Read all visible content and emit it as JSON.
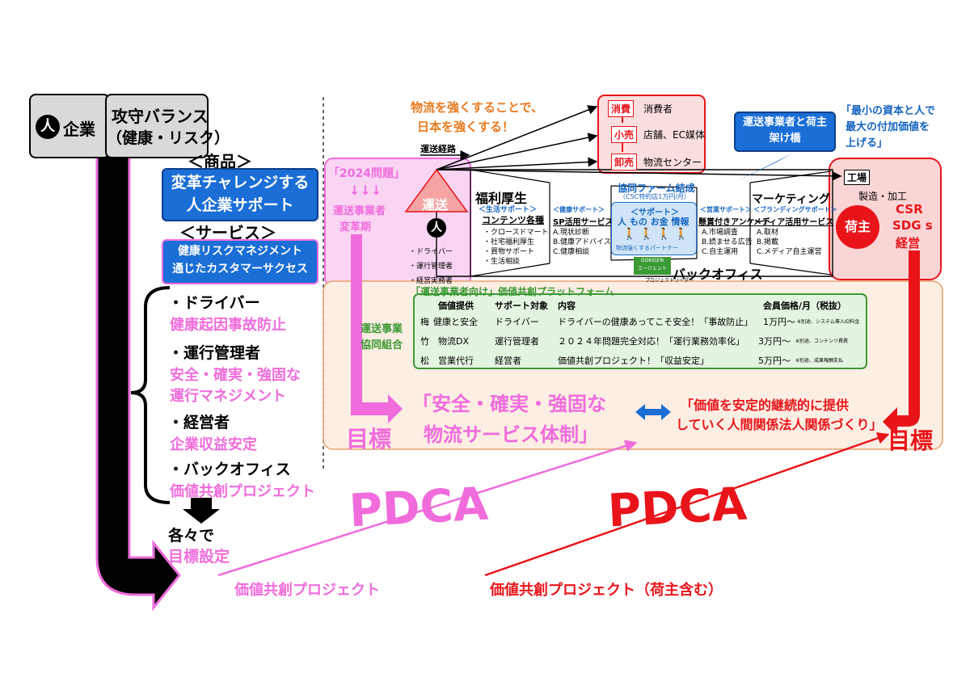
{
  "corp": {
    "circle_char": "人",
    "label": "企業",
    "balance": "攻守バランス",
    "balance_sub": "（健康・リスク）"
  },
  "products": {
    "heading": "＜商品＞",
    "box1_line1": "変革チャレンジする",
    "box1_line2": "人企業サポート",
    "service_heading": "＜サービス＞",
    "box2_line1": "健康リスクマネジメント",
    "box2_line2": "通じたカスタマーサクセス"
  },
  "targets": [
    {
      "role": "・ドライバー",
      "goal": "健康起因事故防止"
    },
    {
      "role": "・運行管理者",
      "goal": "安全・確実・強固な",
      "goal2": "運行マネジメント"
    },
    {
      "role": "・経営者",
      "goal": "企業収益安定"
    },
    {
      "role": "・バックオフィス",
      "goal": "価値共創プロジェクト"
    }
  ],
  "each_goal": {
    "line1": "各々で",
    "line2": "目標設定"
  },
  "slogan": {
    "line1": "物流を強くすることで、",
    "line2": "日本を強くする！"
  },
  "transport_route": "運送経路",
  "chain": {
    "consumer": "消費者",
    "consumer_label": "消費",
    "retail": "小売",
    "retail_desc": "店舗、EC媒体",
    "wholesale": "卸売",
    "wholesale_desc": "物流センター"
  },
  "bridge_box": {
    "line1": "運送事業者と荷主",
    "line2": "架け橋"
  },
  "min_capital": {
    "line1": "「最小の資本と人で",
    "line2": "最大の付加価値を",
    "line3": "上げる」"
  },
  "problem2024": {
    "title": "「2024問題」",
    "arrows": "↓↓↓",
    "line1": "運送事業者",
    "line2": "変革期"
  },
  "transport": {
    "label": "運送",
    "person": "人",
    "roles": [
      "・ドライバー",
      "・運行管理者",
      "・経営実務者"
    ]
  },
  "welfare": {
    "title": "福利厚生",
    "sub": "＜生活サポート＞",
    "heading": "コンテンツ各種",
    "items": [
      "・クロースドマート",
      "・社宅福利厚生",
      "・買物サポート",
      "・生活相談"
    ]
  },
  "health": {
    "sub": "＜健康サポート＞",
    "heading": "SP活用サービス",
    "items": [
      "A.現状診断",
      "B.健康アドバイス",
      "C.健康相談"
    ]
  },
  "farm": {
    "title": "協同ファーム結成",
    "sub": "（CSC特約店1万円/月）",
    "support": "＜サポート＞",
    "items": "人 もの お金 情報",
    "partner": "物流強くするパートナー"
  },
  "sales": {
    "sub": "＜営業サポート＞",
    "heading": "懸賞付きアンケート",
    "items": [
      "A.市場調査",
      "B.読ませる広告",
      "C.自主運用"
    ]
  },
  "marketing": {
    "title": "マーケティング",
    "sub": "＜ブランディングサポート＞",
    "heading": "メディア活用サービス",
    "items": [
      "A.取材",
      "B.掲載",
      "C.メディア自主運営"
    ]
  },
  "gokigen": {
    "line1": "GOKIGEN",
    "line2": "エージェント",
    "leader": "プロジェクトリーダー"
  },
  "back_office": "バックオフィス",
  "factory": {
    "label": "工場",
    "sub": "製造・加工",
    "shipper": "荷主",
    "csr": "CSR",
    "sdgs": "SDG s",
    "mgmt": "経営"
  },
  "platform": {
    "title": "「運送事業者向け」価値共創プラットフォーム",
    "coop_line1": "運送事業",
    "coop_line2": "協同組合",
    "headers": [
      "価値提供",
      "サポート対象",
      "内容",
      "会員価格/月（税抜）"
    ],
    "rows": [
      {
        "grade": "梅",
        "value": "健康と安全",
        "target": "ドライバー",
        "content": "ドライバーの健康あってこそ安全！「事故防止」",
        "price": "1万円～",
        "note": "※別途、システム導入ID料金"
      },
      {
        "grade": "竹",
        "value": "物流DX",
        "target": "運行管理者",
        "content": "２０２４年問題完全対応！「運行業務効率化」",
        "price": "3万円～",
        "note": "※別途、コンテンツ費費"
      },
      {
        "grade": "松",
        "value": "営業代行",
        "target": "経営者",
        "content": "価値共創プロジェクト！「収益安定」",
        "price": "5万円～",
        "note": "※別途、成果報酬支払"
      }
    ]
  },
  "goal_left": {
    "label": "目標",
    "line1": "「安全・確実・強固な",
    "line2": "物流サービス体制」"
  },
  "goal_right": {
    "label": "目標",
    "line1": "「価値を安定的継続的に提供",
    "line2": "していく人間関係法人関係づくり」"
  },
  "pdca_left": "PDCA",
  "pdca_right": "PDCA",
  "project_left": "価値共創プロジェクト",
  "project_right": "価値共創プロジェクト（荷主含む）",
  "colors": {
    "pink": "#f06cdc",
    "red": "#e8141a",
    "blue": "#1a6ed6",
    "green": "#3a9a34",
    "orange": "#e87a1e"
  }
}
